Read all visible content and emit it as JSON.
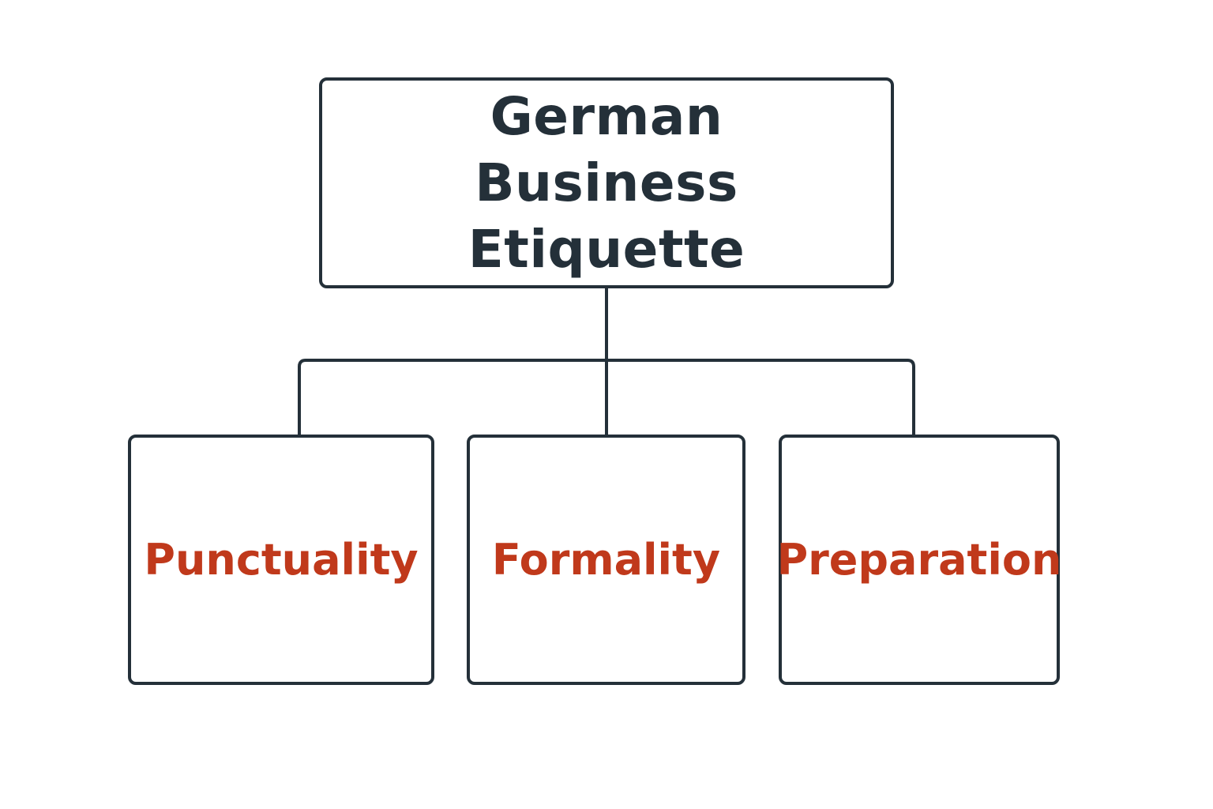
{
  "diagram": {
    "root": {
      "label": "German Business Etiquette"
    },
    "children": [
      {
        "label": "Punctuality"
      },
      {
        "label": "Formality"
      },
      {
        "label": "Preparation"
      }
    ],
    "colors": {
      "stroke": "#243039",
      "root_text": "#243039",
      "child_text": "#c0391b",
      "background": "#ffffff"
    }
  }
}
